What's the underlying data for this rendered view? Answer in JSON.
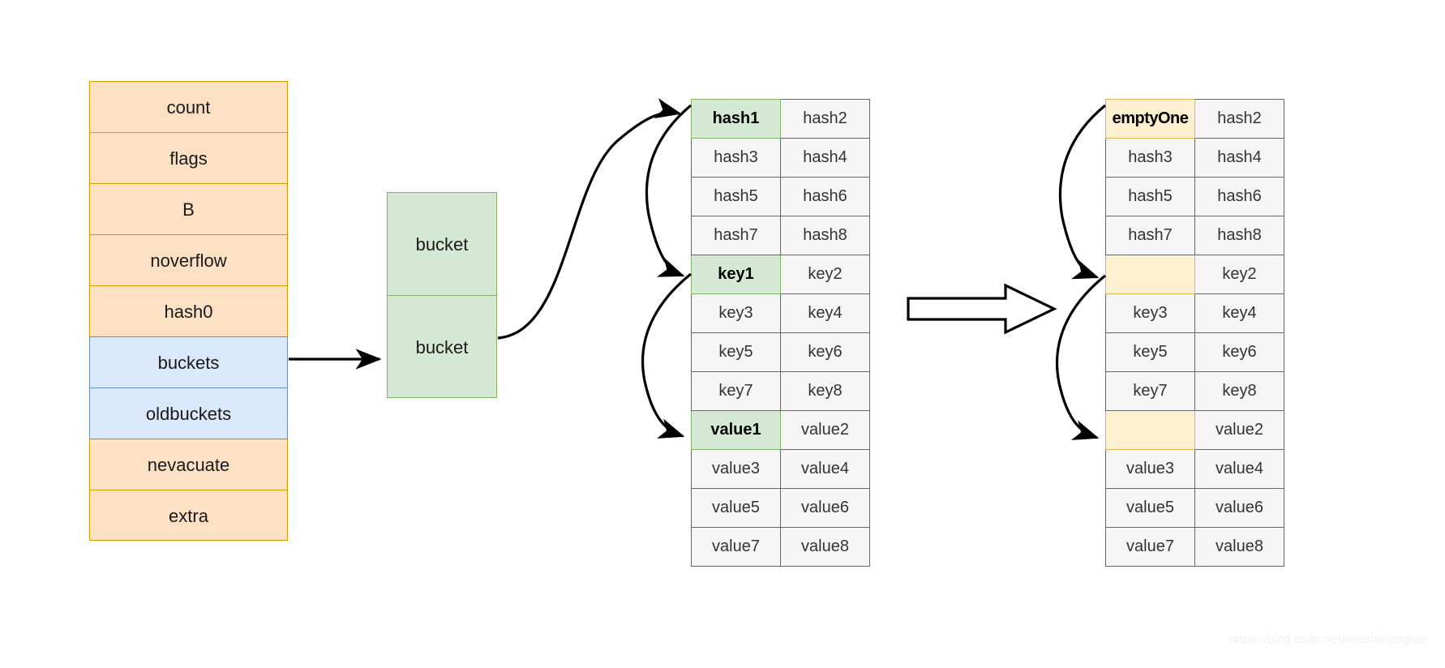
{
  "diagram": {
    "title": "Go map hmap / bmap evacuate",
    "colors": {
      "orange_fill": "#FBE0C3",
      "orange_stroke": "#D79B00",
      "blue_fill": "#DAE8FC",
      "blue_stroke": "#6C8EBF",
      "green_fill": "#D5E8D4",
      "green_stroke": "#82B366",
      "yellow_fill": "#FCF0D0",
      "yellow_stroke": "#D6B656",
      "cell_fill": "#F5F5F5",
      "cell_stroke": "#666666",
      "arrow_stroke": "#000000"
    }
  },
  "hmap_struct": {
    "name": "hmap-struct",
    "fields": [
      {
        "label": "count",
        "highlight": "orange"
      },
      {
        "label": "flags",
        "highlight": "orange"
      },
      {
        "label": "B",
        "highlight": "orange"
      },
      {
        "label": "noverflow",
        "highlight": "orange"
      },
      {
        "label": "hash0",
        "highlight": "orange"
      },
      {
        "label": "buckets",
        "highlight": "blue"
      },
      {
        "label": "oldbuckets",
        "highlight": "blue"
      },
      {
        "label": "nevacuate",
        "highlight": "orange"
      },
      {
        "label": "extra",
        "highlight": "orange"
      }
    ]
  },
  "bucket_array": {
    "name": "bucket-array",
    "cells": [
      {
        "label": "bucket"
      },
      {
        "label": "bucket"
      }
    ]
  },
  "bmap_before": {
    "name": "bmap-before",
    "rows": [
      {
        "left": "hash1",
        "left_style": "green",
        "right": "hash2",
        "right_style": "plain"
      },
      {
        "left": "hash3",
        "left_style": "plain",
        "right": "hash4",
        "right_style": "plain"
      },
      {
        "left": "hash5",
        "left_style": "plain",
        "right": "hash6",
        "right_style": "plain"
      },
      {
        "left": "hash7",
        "left_style": "plain",
        "right": "hash8",
        "right_style": "plain"
      },
      {
        "left": "key1",
        "left_style": "green",
        "right": "key2",
        "right_style": "plain"
      },
      {
        "left": "key3",
        "left_style": "plain",
        "right": "key4",
        "right_style": "plain"
      },
      {
        "left": "key5",
        "left_style": "plain",
        "right": "key6",
        "right_style": "plain"
      },
      {
        "left": "key7",
        "left_style": "plain",
        "right": "key8",
        "right_style": "plain"
      },
      {
        "left": "value1",
        "left_style": "green",
        "right": "value2",
        "right_style": "plain"
      },
      {
        "left": "value3",
        "left_style": "plain",
        "right": "value4",
        "right_style": "plain"
      },
      {
        "left": "value5",
        "left_style": "plain",
        "right": "value6",
        "right_style": "plain"
      },
      {
        "left": "value7",
        "left_style": "plain",
        "right": "value8",
        "right_style": "plain"
      }
    ]
  },
  "bmap_after": {
    "name": "bmap-after",
    "rows": [
      {
        "left": "emptyOne",
        "left_style": "yellow",
        "right": "hash2",
        "right_style": "plain"
      },
      {
        "left": "hash3",
        "left_style": "plain",
        "right": "hash4",
        "right_style": "plain"
      },
      {
        "left": "hash5",
        "left_style": "plain",
        "right": "hash6",
        "right_style": "plain"
      },
      {
        "left": "hash7",
        "left_style": "plain",
        "right": "hash8",
        "right_style": "plain"
      },
      {
        "left": "",
        "left_style": "yellow-empty",
        "right": "key2",
        "right_style": "plain"
      },
      {
        "left": "key3",
        "left_style": "plain",
        "right": "key4",
        "right_style": "plain"
      },
      {
        "left": "key5",
        "left_style": "plain",
        "right": "key6",
        "right_style": "plain"
      },
      {
        "left": "key7",
        "left_style": "plain",
        "right": "key8",
        "right_style": "plain"
      },
      {
        "left": "",
        "left_style": "yellow-empty",
        "right": "value2",
        "right_style": "plain"
      },
      {
        "left": "value3",
        "left_style": "plain",
        "right": "value4",
        "right_style": "plain"
      },
      {
        "left": "value5",
        "left_style": "plain",
        "right": "value6",
        "right_style": "plain"
      },
      {
        "left": "value7",
        "left_style": "plain",
        "right": "value8",
        "right_style": "plain"
      }
    ]
  },
  "transition": {
    "name": "transition-block-arrow",
    "direction": "right"
  },
  "watermark": {
    "text": "https://blog.csdn.net/weishixianglian"
  }
}
